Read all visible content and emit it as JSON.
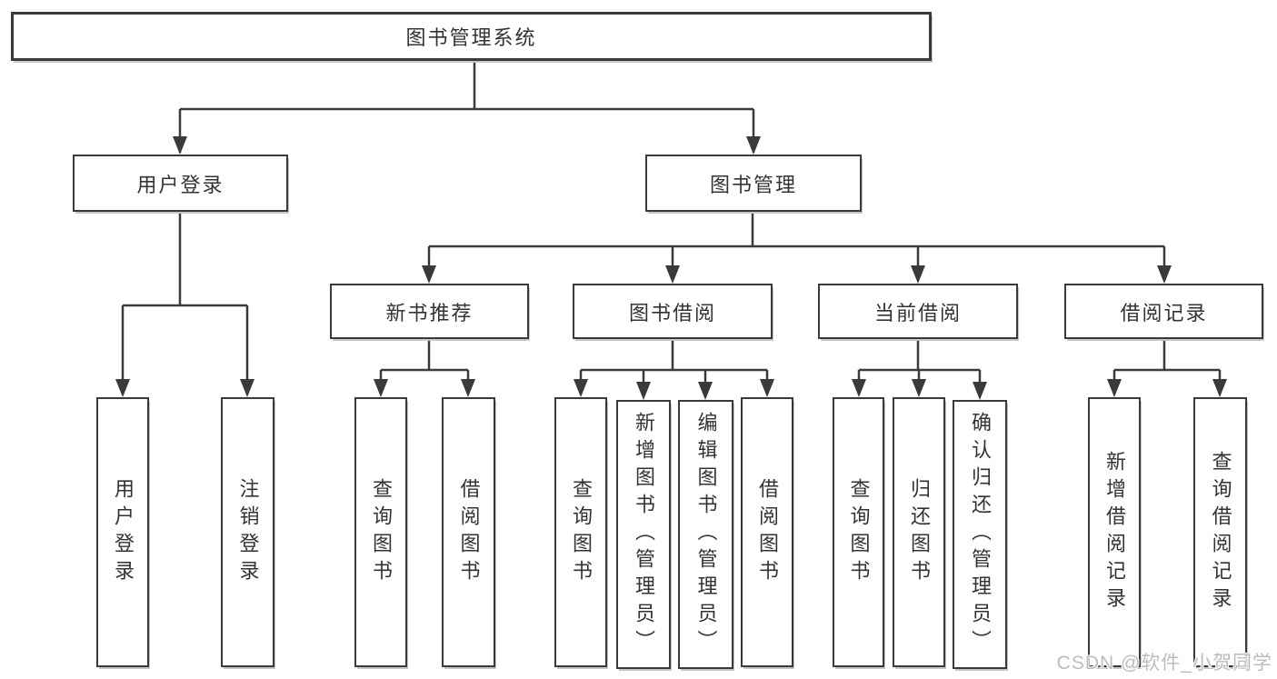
{
  "tree": {
    "label": "图书管理系统",
    "children": [
      {
        "label": "用户登录",
        "children": [
          {
            "label": "用户登录"
          },
          {
            "label": "注销登录"
          }
        ]
      },
      {
        "label": "图书管理",
        "children": [
          {
            "label": "新书推荐",
            "children": [
              {
                "label": "查询图书"
              },
              {
                "label": "借阅图书"
              }
            ]
          },
          {
            "label": "图书借阅",
            "children": [
              {
                "label": "查询图书"
              },
              {
                "label": "新增图书（管理员）"
              },
              {
                "label": "编辑图书（管理员）"
              },
              {
                "label": "借阅图书"
              }
            ]
          },
          {
            "label": "当前借阅",
            "children": [
              {
                "label": "查询图书"
              },
              {
                "label": "归还图书"
              },
              {
                "label": "确认归还（管理员）"
              }
            ]
          },
          {
            "label": "借阅记录",
            "children": [
              {
                "label": "新增借阅记录"
              },
              {
                "label": "查询借阅记录"
              }
            ]
          }
        ]
      }
    ]
  },
  "watermark": {
    "text": "CSDN @软件_小贺同学"
  },
  "colors": {
    "line": "#3a3a3a",
    "text": "#333333",
    "box_bg": "#ffffff",
    "watermark": "#b9bdc1"
  }
}
